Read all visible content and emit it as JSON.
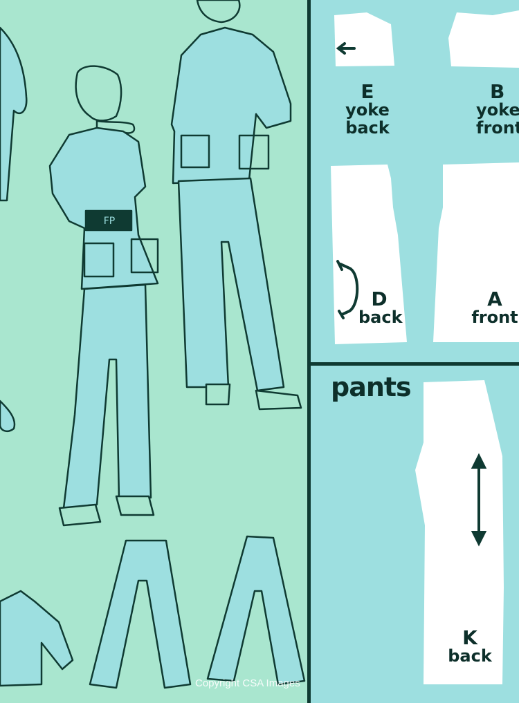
{
  "pieces": {
    "yoke_back": {
      "letter": "E",
      "name": "yoke",
      "side": "back"
    },
    "yoke_front": {
      "letter": "B",
      "name": "yoke",
      "side": "front"
    },
    "back": {
      "letter": "D",
      "name": "back"
    },
    "front": {
      "letter": "A",
      "name": "front"
    },
    "pants_back": {
      "letter": "K",
      "name": "back"
    }
  },
  "section_title": "pants",
  "belt_monogram": "FP",
  "watermark": "Copyright CSA Images",
  "colors": {
    "left_bg": "#a9e6cf",
    "right_bg": "#9ddfe0",
    "ink": "#0f3a32",
    "paper": "#ffffff"
  },
  "icons": [
    "arrow-left-icon",
    "bent-double-arrow-icon",
    "vertical-double-arrow-icon"
  ]
}
